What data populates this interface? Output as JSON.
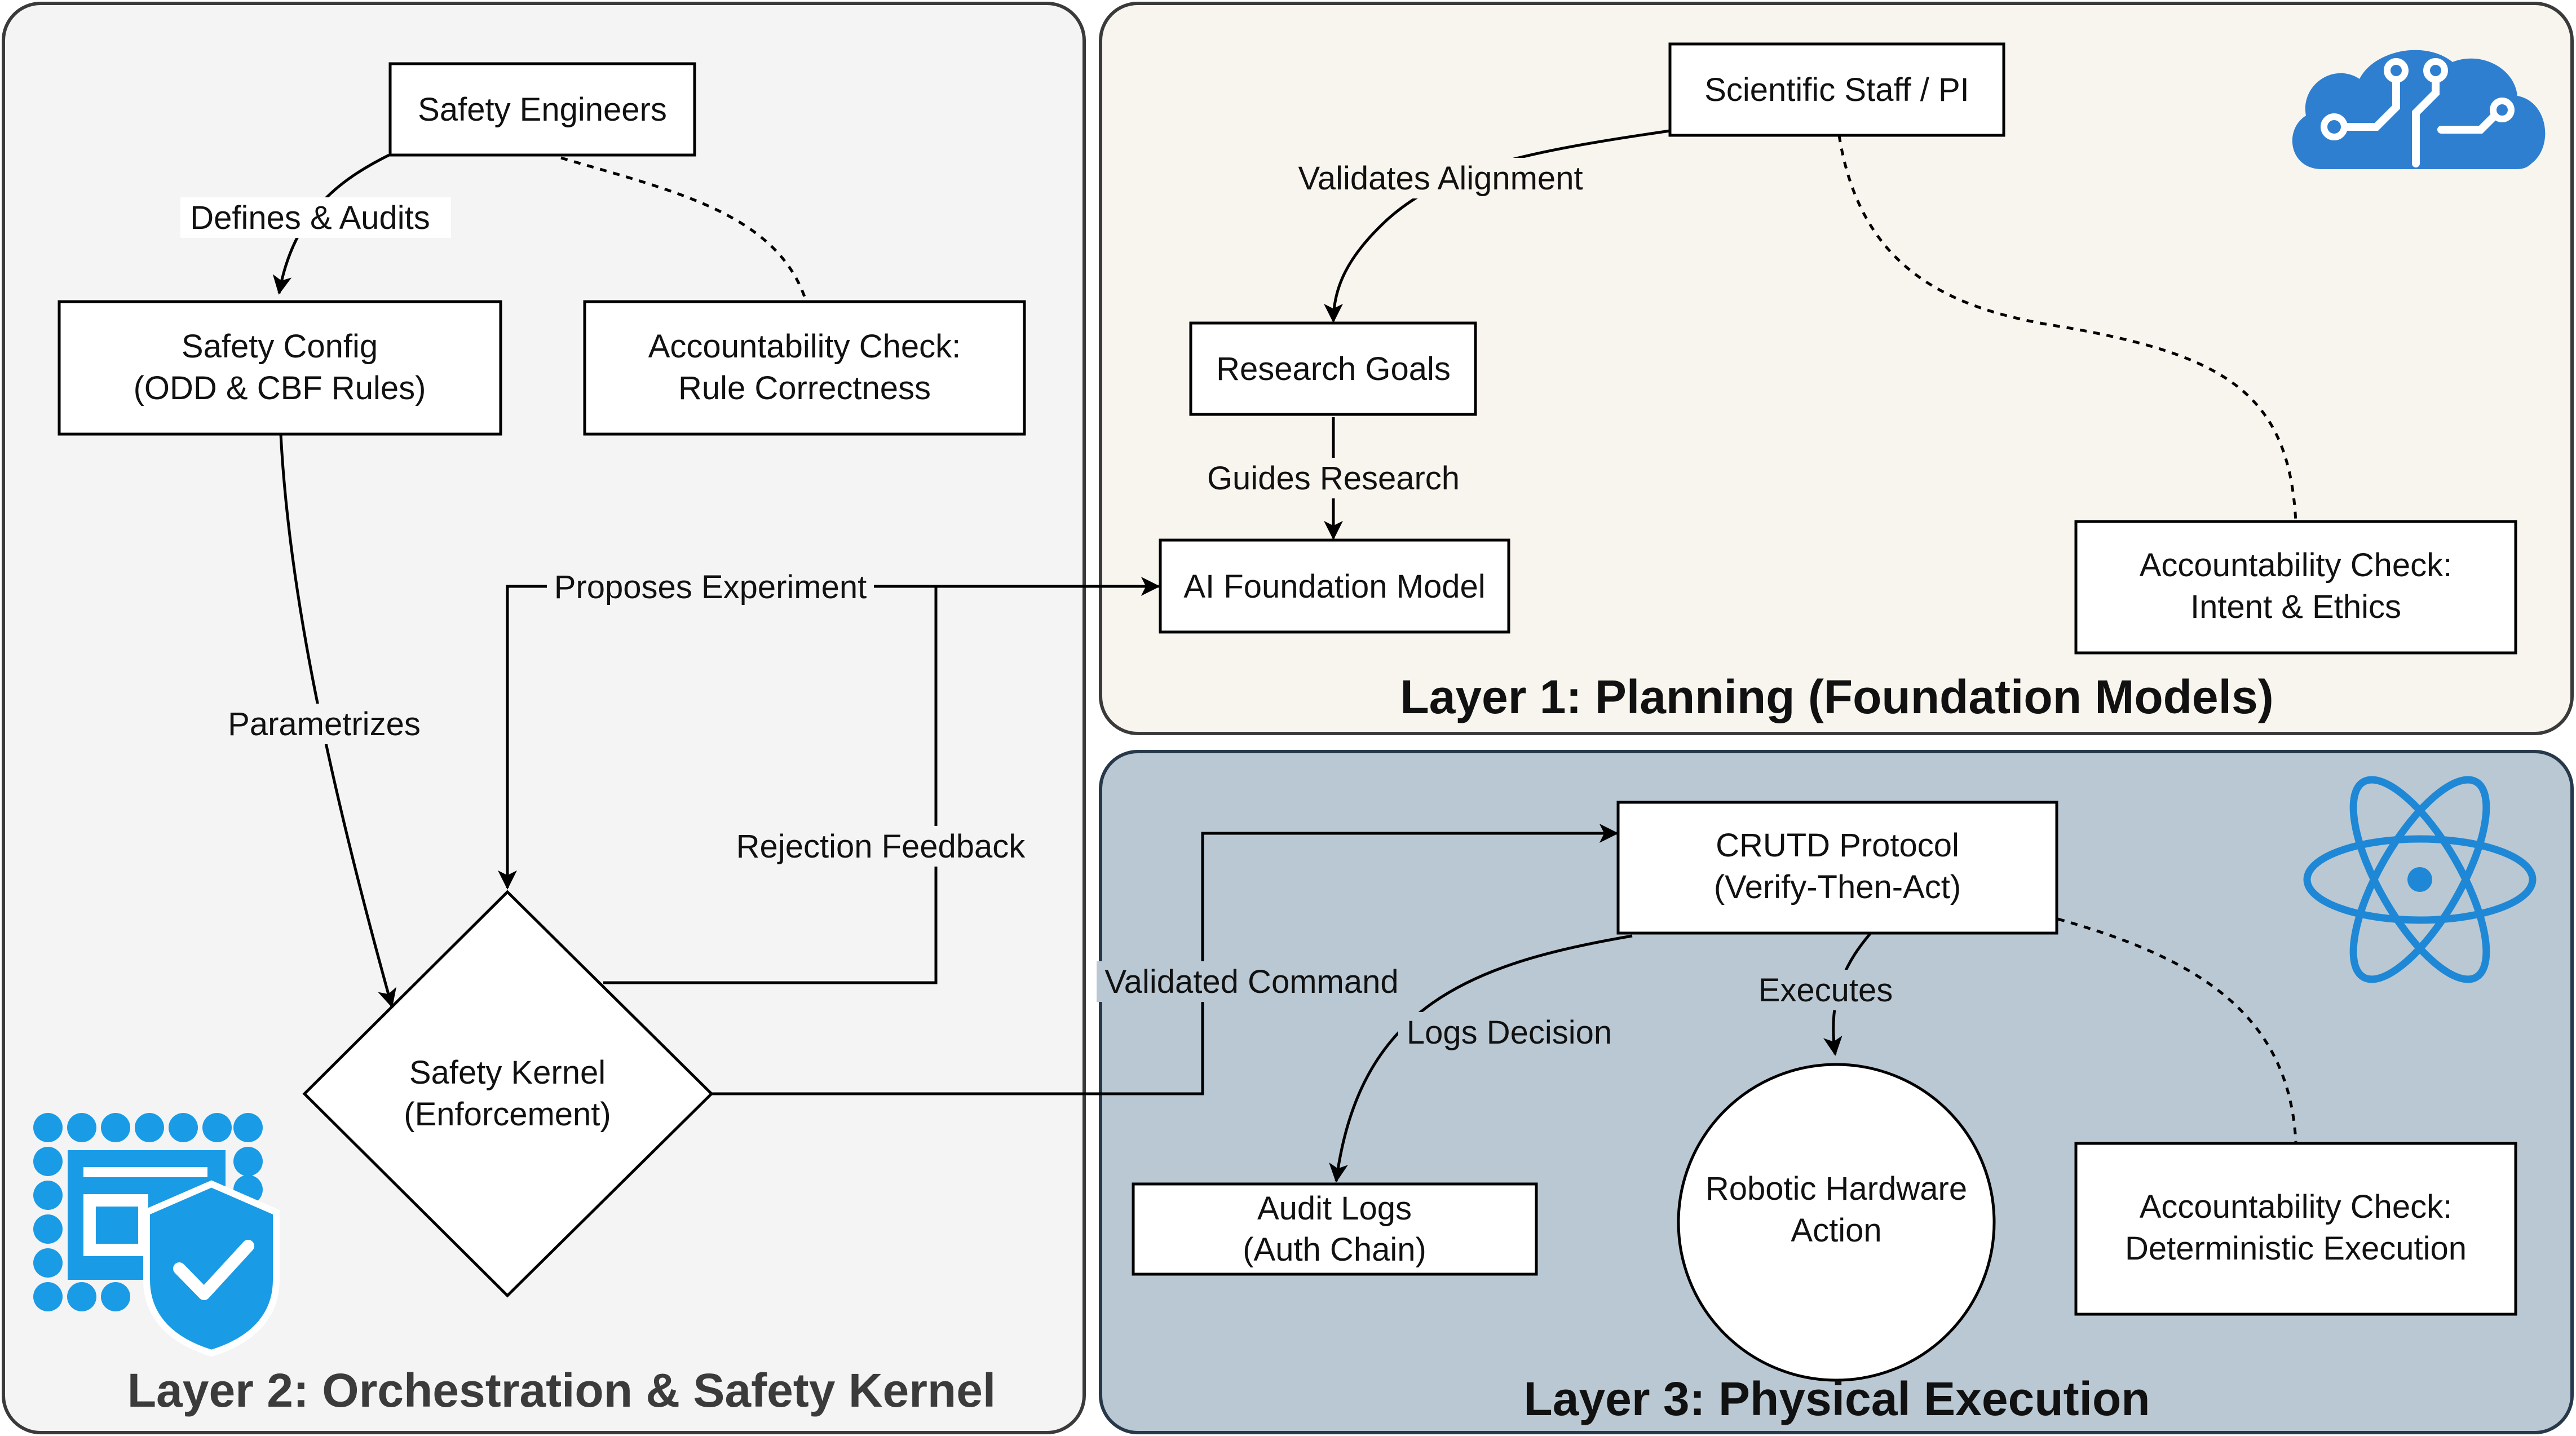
{
  "colors": {
    "layer1_fill": "#f8f5ee",
    "layer2_fill": "#f4f4f4",
    "layer3_fill": "#bac8d3",
    "stroke": "#000000",
    "icon_blue": "#2f7fd0",
    "react_blue": "#1e88d6",
    "shield_blue": "#1a9be6"
  },
  "layers": {
    "planning": "Layer 1: Planning (Foundation Models)",
    "orchestration": "Layer 2: Orchestration & Safety Kernel",
    "execution": "Layer 3: Physical Execution"
  },
  "nodes": {
    "safety_engineers": "Safety Engineers",
    "safety_config": [
      "Safety Config",
      "(ODD & CBF Rules)"
    ],
    "check_rule": [
      "Accountability Check:",
      "Rule Correctness"
    ],
    "safety_kernel": [
      "Safety Kernel",
      "(Enforcement)"
    ],
    "scientific_staff": "Scientific Staff / PI",
    "research_goals": "Research Goals",
    "ai_model": "AI Foundation Model",
    "check_intent": [
      "Accountability Check:",
      "Intent & Ethics"
    ],
    "crutd": [
      "CRUTD Protocol",
      "(Verify-Then-Act)"
    ],
    "audit_logs": [
      "Audit Logs",
      "(Auth Chain)"
    ],
    "robotic": [
      "Robotic Hardware",
      "Action"
    ],
    "check_exec": [
      "Accountability Check:",
      "Deterministic Execution"
    ]
  },
  "edges": {
    "defines_audits": "Defines & Audits",
    "parametrizes": "Parametrizes",
    "proposes_experiment": "Proposes Experiment",
    "rejection_feedback": "Rejection Feedback",
    "validates_alignment": "Validates Alignment",
    "guides_research": "Guides Research",
    "validated_command": "Validated Command",
    "executes": "Executes",
    "logs_decision": "Logs Decision"
  },
  "icons": {
    "planning": "cloud-circuit-icon",
    "execution": "atom-icon",
    "orchestration": "shield-check-document-icon"
  }
}
